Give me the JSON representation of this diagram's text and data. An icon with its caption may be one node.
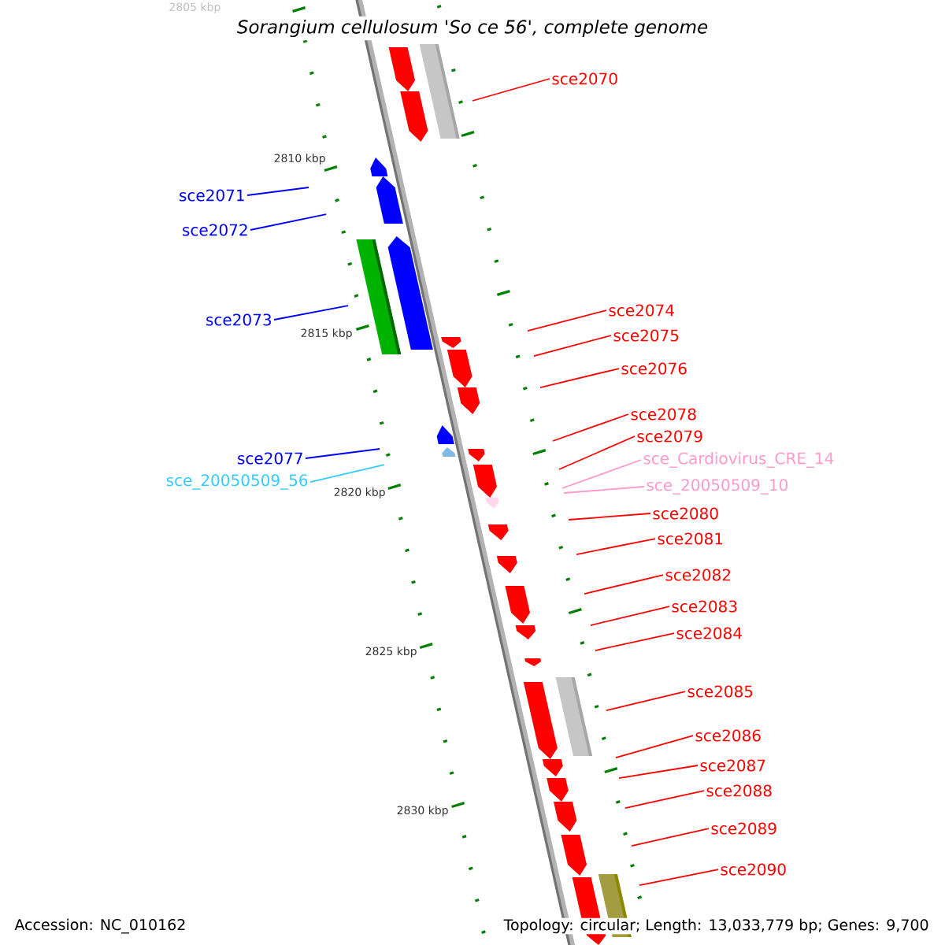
{
  "diagram": {
    "title": "Sorangium cellulosum 'So ce 56', complete genome",
    "nodes": [
      {
        "text": [
          "sce2070"
        ]
      },
      {
        "text": [
          "sce2071"
        ]
      },
      {
        "text": [
          "sce2072"
        ]
      },
      {
        "text": [
          "sce2073"
        ]
      },
      {
        "text": [
          "sce2074"
        ]
      },
      {
        "text": [
          "sce2075"
        ]
      },
      {
        "text": [
          "sce2076"
        ]
      },
      {
        "text": [
          "sce2078"
        ]
      },
      {
        "text": [
          "sce2079"
        ]
      },
      {
        "text": [
          "sce2077"
        ]
      },
      {
        "text": [
          "sce_Cardiovirus_CRE_14"
        ]
      },
      {
        "text": [
          "sce_20050509_56"
        ]
      },
      {
        "text": [
          "sce_20050509_10"
        ]
      },
      {
        "text": [
          "sce2080"
        ]
      },
      {
        "text": [
          "sce2081"
        ]
      },
      {
        "text": [
          "sce2082"
        ]
      },
      {
        "text": [
          "sce2083"
        ]
      },
      {
        "text": [
          "sce2084"
        ]
      },
      {
        "text": [
          "sce2085"
        ]
      },
      {
        "text": [
          "sce2086"
        ]
      },
      {
        "text": [
          "sce2087"
        ]
      },
      {
        "text": [
          "sce2088"
        ]
      },
      {
        "text": [
          "sce2089"
        ]
      },
      {
        "text": [
          "sce2090"
        ]
      }
    ],
    "edges": [
      {
        "from": 0,
        "to": null,
        "arrow": "none"
      },
      {
        "from": 1,
        "to": null,
        "arrow": "none",
        "color": "#0000ff"
      },
      {
        "from": 2,
        "to": null,
        "arrow": "none",
        "color": "#0000ff"
      },
      {
        "from": 3,
        "to": null,
        "arrow": "none",
        "color": "#0000ff"
      },
      {
        "from": 4,
        "to": null,
        "arrow": "none"
      },
      {
        "from": 5,
        "to": null,
        "arrow": "none"
      },
      {
        "from": 6,
        "to": null,
        "arrow": "none"
      },
      {
        "from": 7,
        "to": null,
        "arrow": "none"
      },
      {
        "from": 8,
        "to": null,
        "arrow": "none"
      },
      {
        "from": 9,
        "to": null,
        "arrow": "none",
        "color": "#0000ff"
      },
      {
        "from": 10,
        "to": null,
        "arrow": "none",
        "color": "#ff99cc"
      },
      {
        "from": 11,
        "to": null,
        "arrow": "none",
        "color": "#33ccff"
      },
      {
        "from": 12,
        "to": null,
        "arrow": "none",
        "color": "#ff99cc"
      },
      {
        "from": 13,
        "to": null,
        "arrow": "none"
      },
      {
        "from": 14,
        "to": null,
        "arrow": "none"
      },
      {
        "from": 15,
        "to": null,
        "arrow": "none"
      },
      {
        "from": 16,
        "to": null,
        "arrow": "none"
      },
      {
        "from": 17,
        "to": null,
        "arrow": "none"
      },
      {
        "from": 18,
        "to": null,
        "arrow": "none"
      },
      {
        "from": 19,
        "to": null,
        "arrow": "none"
      },
      {
        "from": 20,
        "to": null,
        "arrow": "none"
      },
      {
        "from": 21,
        "to": null,
        "arrow": "none"
      },
      {
        "from": 22,
        "to": null,
        "arrow": "none"
      },
      {
        "from": 23,
        "to": null,
        "arrow": "none"
      }
    ],
    "labels": [
      "2805 kbp",
      "2810 kbp",
      "2815 kbp",
      "2820 kbp",
      "2825 kbp",
      "2830 kbp",
      "Accession: NC_010162",
      "Topology: circular; Length: 13,033,779 bp; Genes: 9,700"
    ]
  }
}
